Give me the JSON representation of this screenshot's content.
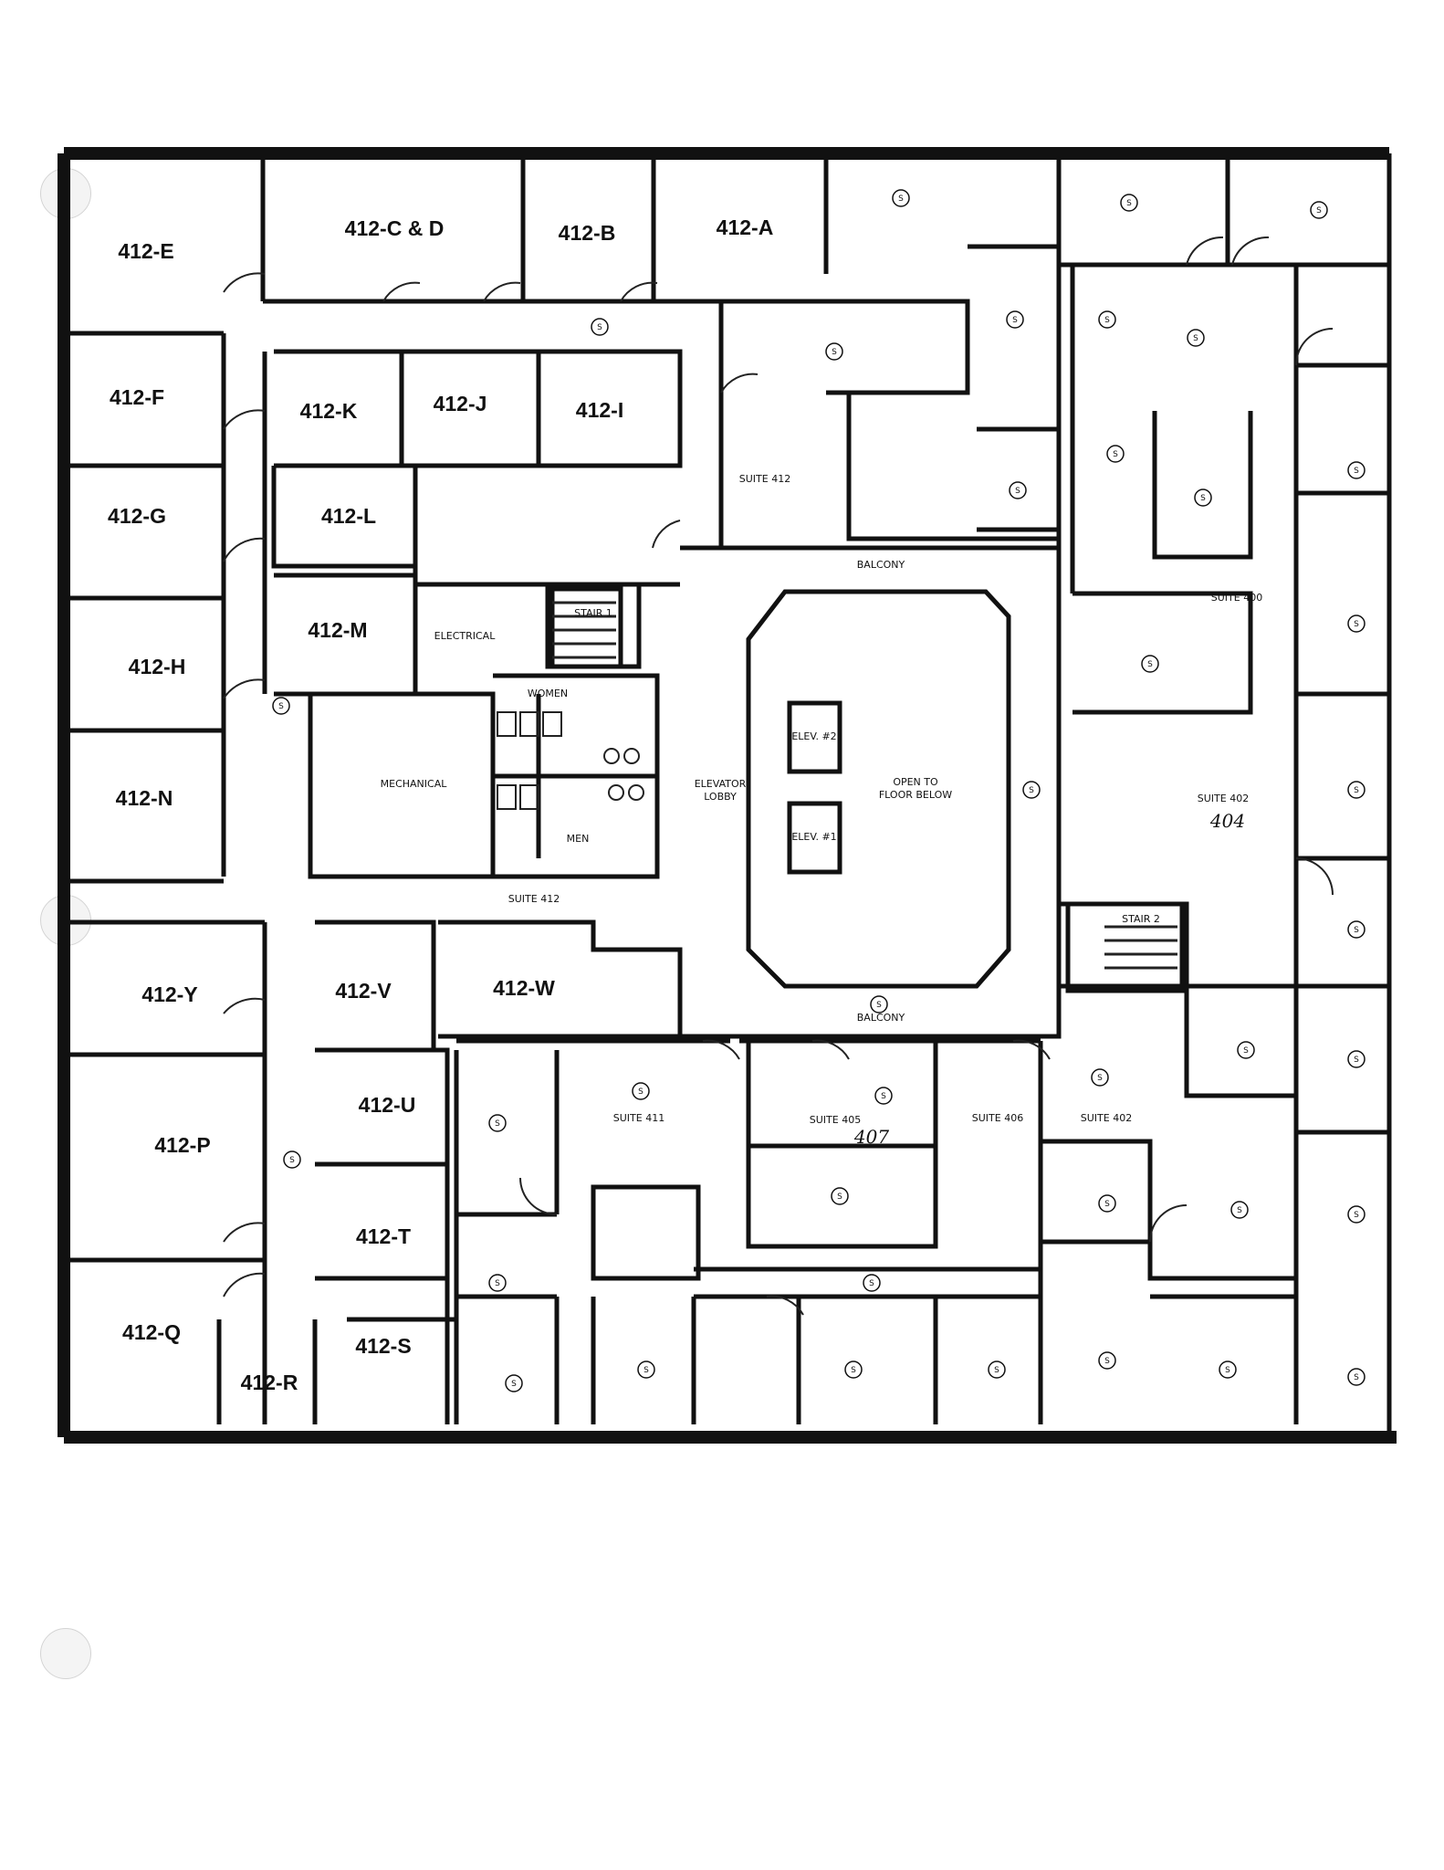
{
  "room_labels": {
    "r412_e": "412-E",
    "r412_cd": "412-C & D",
    "r412_b": "412-B",
    "r412_a": "412-A",
    "r412_f": "412-F",
    "r412_k": "412-K",
    "r412_j": "412-J",
    "r412_i": "412-I",
    "r412_g": "412-G",
    "r412_l": "412-L",
    "r412_m": "412-M",
    "r412_h": "412-H",
    "r412_n": "412-N",
    "r412_y": "412-Y",
    "r412_v": "412-V",
    "r412_w": "412-W",
    "r412_u": "412-U",
    "r412_p": "412-P",
    "r412_t": "412-T",
    "r412_q": "412-Q",
    "r412_s": "412-S",
    "r412_r": "412-R"
  },
  "small_labels": {
    "suite_412": "SUITE 412",
    "balcony_top": "BALCONY",
    "balcony_bottom": "BALCONY",
    "stair_1": "STAIR 1",
    "stair_2": "STAIR 2",
    "electrical": "ELECTRICAL",
    "mechanical": "MECHANICAL",
    "women": "WOMEN",
    "men": "MEN",
    "elevator_lobby_1": "ELEVATOR",
    "elevator_lobby_2": "LOBBY",
    "elev_2": "ELEV. #2",
    "elev_1": "ELEV. #1",
    "open_1": "OPEN TO",
    "open_2": "FLOOR BELOW",
    "suite_400": "SUITE 400",
    "suite_402_top": "SUITE 402",
    "suite_411": "SUITE 411",
    "suite_405": "SUITE 405",
    "suite_406": "SUITE 406",
    "suite_402_bottom": "SUITE 402",
    "suite_412_lower": "SUITE 412"
  },
  "handwritten": {
    "note_404": "404",
    "note_407": "407"
  },
  "marker_symbol": "S"
}
